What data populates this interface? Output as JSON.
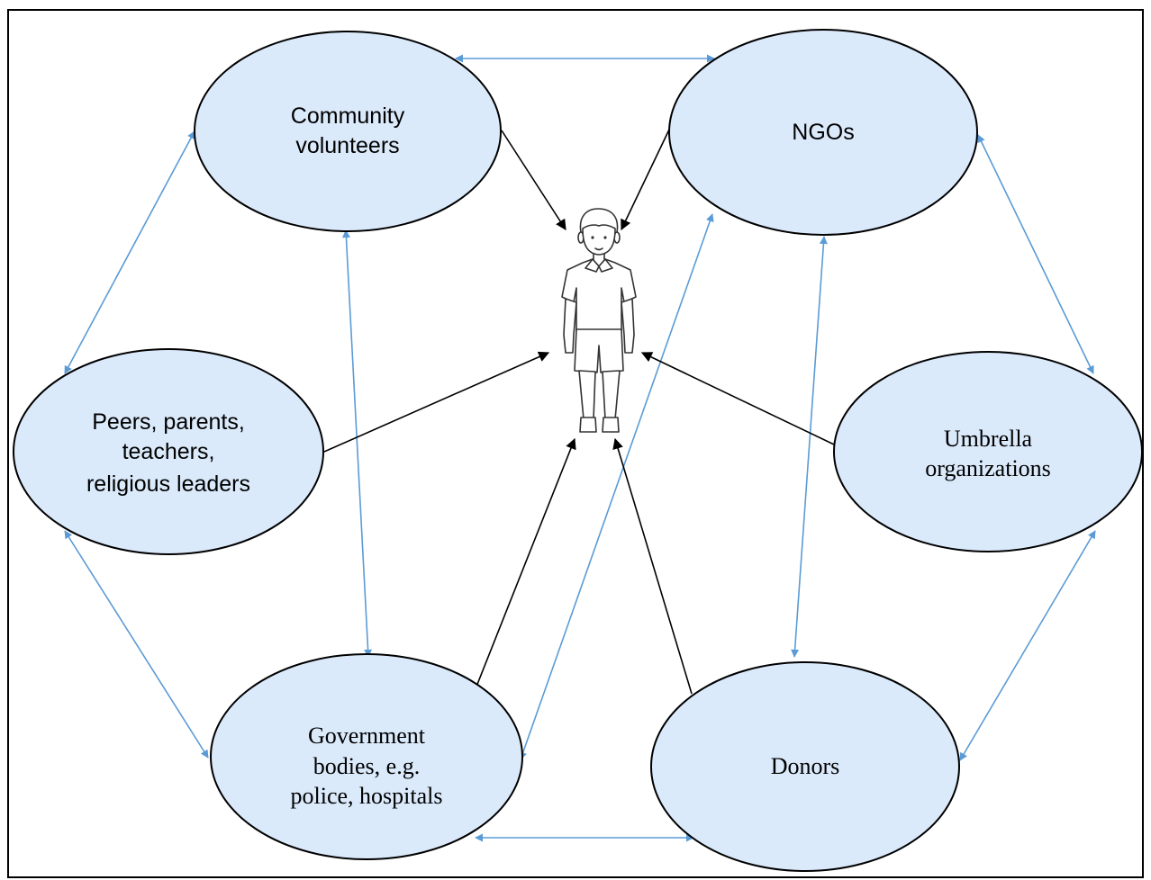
{
  "nodes": {
    "community": {
      "lines": [
        "Community",
        "volunteers"
      ]
    },
    "ngos": {
      "lines": [
        "NGOs"
      ]
    },
    "peers": {
      "lines": [
        "Peers, parents,",
        "teachers,",
        "religious leaders"
      ]
    },
    "umbrella": {
      "lines": [
        "Umbrella",
        "organizations"
      ]
    },
    "government": {
      "lines": [
        "Government",
        "bodies, e.g.",
        "police, hospitals"
      ]
    },
    "donors": {
      "lines": [
        "Donors"
      ]
    }
  },
  "colors": {
    "node_fill": "#dbeafb",
    "inter_arrow": "#5b9bd5",
    "child_arrow": "#000000"
  },
  "center_icon": "child-figure-icon"
}
